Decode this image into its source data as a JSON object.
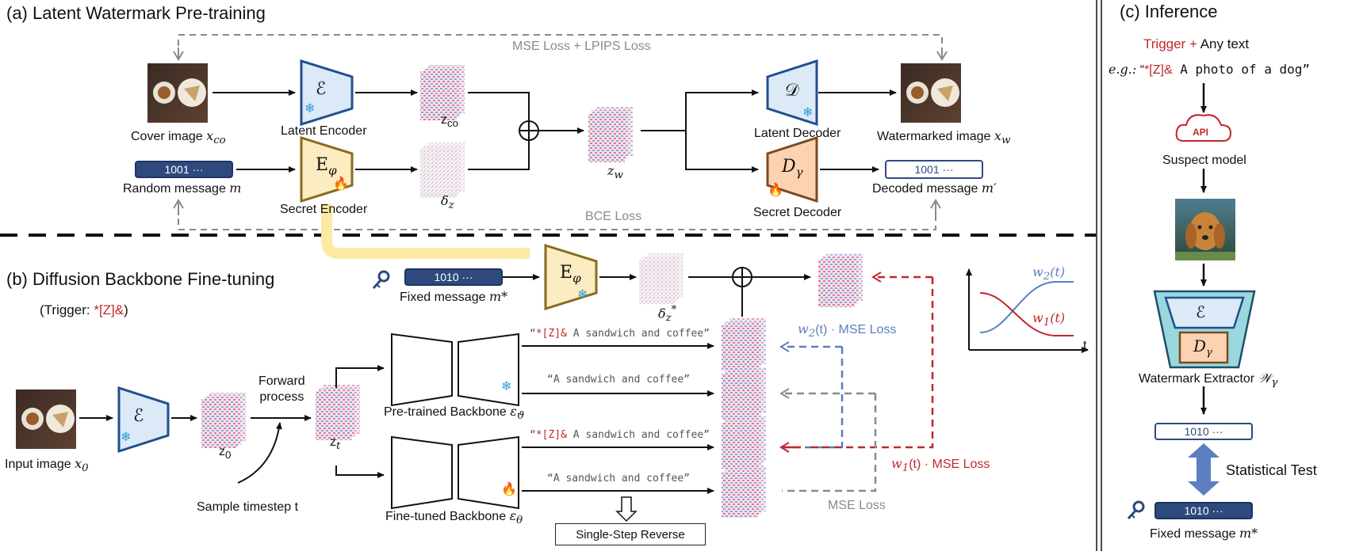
{
  "sections": {
    "a_title": "(a) Latent Watermark Pre-training",
    "b_title": "(b) Diffusion Backbone Fine-tuning",
    "c_title": "(c) Inference"
  },
  "part_a": {
    "mse_lpips_loss": "MSE Loss + LPIPS Loss",
    "bce_loss": "BCE Loss",
    "cover_image_label": "Cover image",
    "cover_image_sym": "x",
    "cover_image_sub": "co",
    "latent_encoder_label": "Latent Encoder",
    "encoder_symbol": "ℰ",
    "z_co_label": "z",
    "z_co_sub": "co",
    "z_w_label": "z",
    "z_w_sub": "w",
    "delta_z_label": "δ",
    "delta_z_sub": "z",
    "random_message_value": "1001 ···",
    "random_message_label": "Random message",
    "random_message_sym": "m",
    "secret_encoder_label": "Secret Encoder",
    "secret_encoder_symbol": "E",
    "secret_encoder_sub": "φ",
    "latent_decoder_label": "Latent Decoder",
    "latent_decoder_symbol": "𝒟",
    "watermarked_image_label": "Watermarked image",
    "watermarked_image_sym": "x",
    "watermarked_image_sub": "w",
    "secret_decoder_label": "Secret Decoder",
    "secret_decoder_symbol": "D",
    "secret_decoder_sub": "γ",
    "decoded_message_value": "1001 ···",
    "decoded_message_label": "Decoded message",
    "decoded_message_sym": "m′"
  },
  "part_b": {
    "trigger_prefix": "(Trigger: ",
    "trigger_value": "*[Z]&",
    "trigger_suffix": ")",
    "fixed_message_value": "1010 ···",
    "fixed_message_label": "Fixed message",
    "fixed_message_sym": "m*",
    "secret_encoder_symbol": "E",
    "secret_encoder_sub": "φ",
    "delta_z_star_label": "δ",
    "delta_z_star_sub": "z",
    "delta_z_star_sup": "*",
    "input_image_label": "Input image",
    "input_image_sym": "x",
    "input_image_sub": "0",
    "encoder_symbol": "ℰ",
    "z0_label": "z",
    "z0_sub": "0",
    "zt_label": "z",
    "zt_sub": "t",
    "forward_process_line1": "Forward",
    "forward_process_line2": "process",
    "sample_timestep": "Sample timestep t",
    "pretrained_backbone_label": "Pre-trained Backbone",
    "pretrained_backbone_sym": "ε",
    "pretrained_backbone_sub": "ϑ",
    "finetuned_backbone_label": "Fine-tuned Backbone",
    "finetuned_backbone_sym": "ε",
    "finetuned_backbone_sub": "θ",
    "prompt_trig_open": "“",
    "prompt_trig_red": "*[Z]&",
    "prompt_trig_rest": " A sandwich and coffee”",
    "prompt_plain": "“A sandwich and coffee”",
    "single_step_reverse": "Single-Step Reverse",
    "w2_loss_w": "w",
    "w2_loss_sub": "2",
    "w2_loss_rest": "(t) · MSE Loss",
    "w1_loss_w": "w",
    "w1_loss_sub": "1",
    "w1_loss_rest": "(t) · MSE Loss",
    "mse_loss": "MSE Loss",
    "graph_w2": "w",
    "graph_w2_sub": "2",
    "graph_w2_rest": "(t)",
    "graph_w1": "w",
    "graph_w1_sub": "1",
    "graph_w1_rest": "(t)",
    "graph_t": "t"
  },
  "part_c": {
    "trigger_word": "Trigger",
    "plus": "+",
    "any_text": "Any text",
    "eg_prefix": "e.g.:",
    "eg_open": " “",
    "eg_red": "*[Z]&",
    "eg_rest": " A photo of a dog”",
    "api_label": "API",
    "suspect_model_label": "Suspect model",
    "extractor_enc_symbol": "ℰ",
    "extractor_dec_symbol": "D",
    "extractor_dec_sub": "γ",
    "watermark_extractor_label": "Watermark Extractor",
    "watermark_extractor_sym": "𝒲",
    "watermark_extractor_sub": "γ",
    "extracted_message_value": "1010 ···",
    "statistical_test": "Statistical Test",
    "fixed_message_value": "1010 ···",
    "fixed_message_label": "Fixed message",
    "fixed_message_sym": "m*"
  },
  "colors": {
    "encoder_fill": "#dce9f7",
    "encoder_stroke": "#1f4f8f",
    "secret_fill": "#fbecc1",
    "secret_stroke": "#8a6a1f",
    "decoder_sec_fill": "#fbd3b3",
    "decoder_sec_stroke": "#7a4a1f",
    "message_pill": "#2e4a7d",
    "loss_gray": "#8a8a8a",
    "loss_blue": "#5b7fbf",
    "loss_red": "#c0272d",
    "extractor_outer": "#7fd0d8"
  },
  "icons": [
    "snowflake-icon",
    "flame-icon",
    "key-icon",
    "cloud-api-icon",
    "plus-circle-icon"
  ]
}
